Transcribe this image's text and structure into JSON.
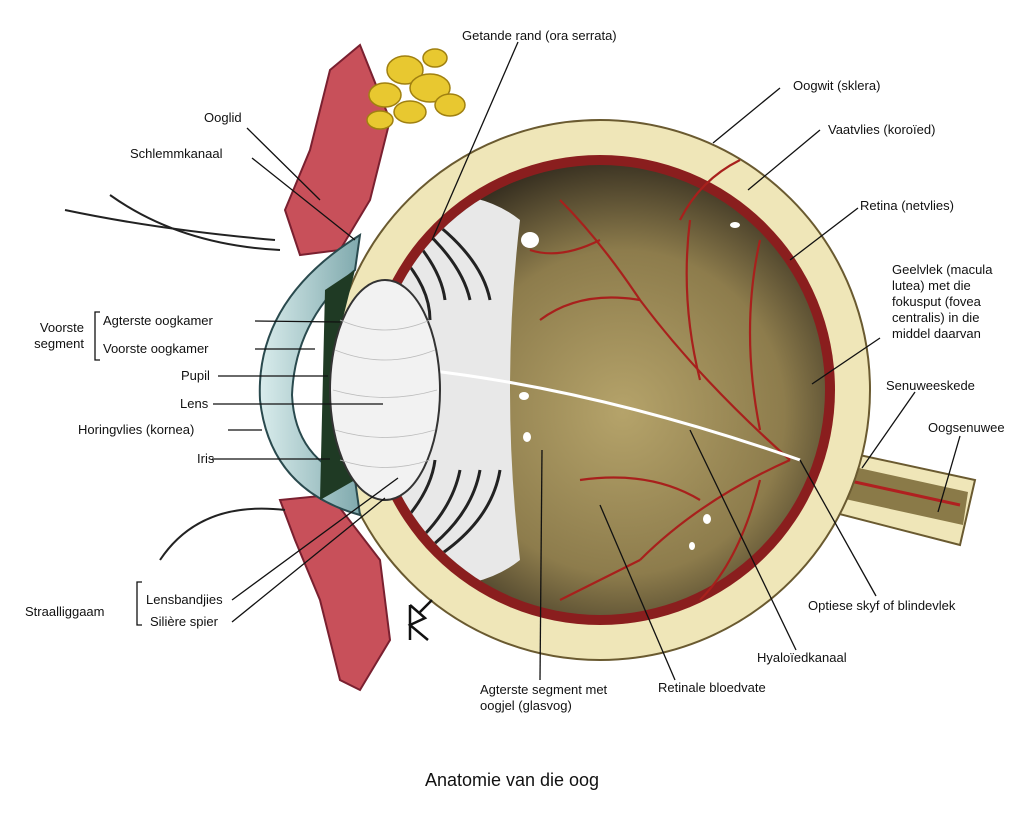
{
  "labels": {
    "ora_serrata": "Getande rand (ora serrata)",
    "ooglid": "Ooglid",
    "schlemm": "Schlemmkanaal",
    "sklera": "Oogwit (sklera)",
    "koroied": "Vaatvlies (koroïed)",
    "retina": "Retina (netvlies)",
    "macula": "Geelvlek (macula lutea) met die fokusput (fovea centralis) in die middel daarvan",
    "voorste_segment": "Voorste segment",
    "agterste_oogkamer": "Agterste oogkamer",
    "voorste_oogkamer": "Voorste oogkamer",
    "pupil": "Pupil",
    "lens": "Lens",
    "kornea": "Horingvlies (kornea)",
    "iris": "Iris",
    "senuweeskede": "Senuweeskede",
    "oogsenuwee": "Oogsenuwee",
    "straalliggaam": "Straalliggaam",
    "lensbandjies": "Lensbandjies",
    "siliere_spier": "Silière spier",
    "optiese_skyf": "Optiese skyf of blindevlek",
    "hyaloied": "Hyaloïedkanaal",
    "agterste_segment": "Agterste segment met oogjel (glasvog)",
    "retinale_bloedvate": "Retinale bloedvate"
  },
  "caption": "Anatomie van die oog",
  "colors": {
    "sclera": "#efe6b8",
    "choroid": "#8a1e1e",
    "vitreous": "#9a8a5a",
    "vessel": "#a8201c",
    "eyelid": "#c8505a",
    "fat": "#e8c830",
    "cornea": "#9fc3c6"
  }
}
